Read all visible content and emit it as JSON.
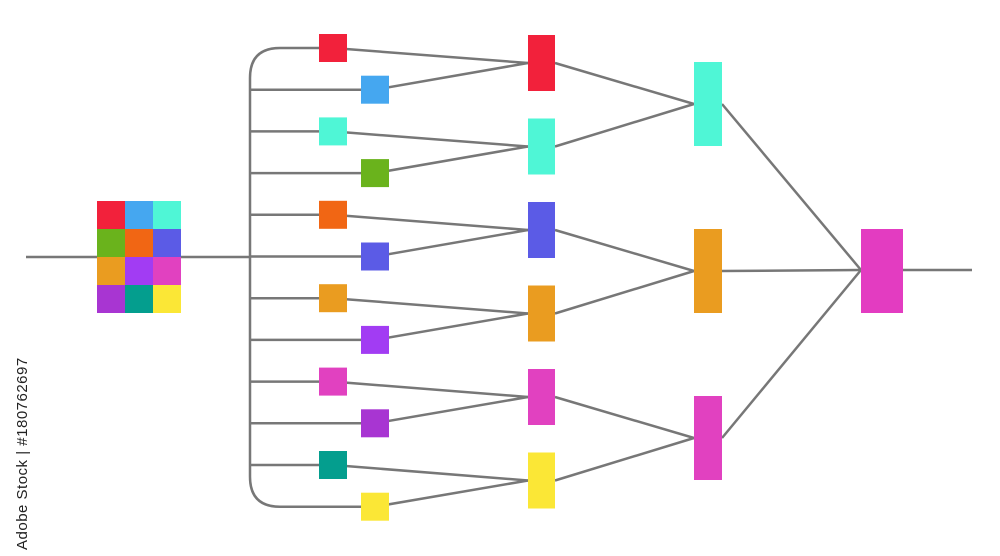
{
  "colors": {
    "line": "#777777",
    "red": "#f2213b",
    "blue": "#45a7f0",
    "cyan": "#4ff6d6",
    "green": "#6ab31c",
    "orange": "#f16614",
    "indigo": "#5b5be6",
    "amber": "#ea9c20",
    "violet": "#a23cf3",
    "pink": "#e141c0",
    "purple": "#a835d2",
    "teal": "#049e8e",
    "yellow": "#fbe736",
    "magenta": "#e33cc1"
  },
  "palette_grid": [
    [
      "red",
      "blue",
      "cyan"
    ],
    [
      "green",
      "orange",
      "indigo"
    ],
    [
      "amber",
      "violet",
      "pink"
    ],
    [
      "purple",
      "teal",
      "yellow"
    ]
  ],
  "stage1_nodes": [
    "red",
    "blue",
    "cyan",
    "green",
    "orange",
    "indigo",
    "amber",
    "violet",
    "pink",
    "purple",
    "teal",
    "yellow"
  ],
  "stage2_nodes": [
    "red",
    "cyan",
    "indigo",
    "amber",
    "pink",
    "yellow"
  ],
  "stage3_nodes": [
    "cyan",
    "amber",
    "pink"
  ],
  "final_node": "magenta",
  "watermark_id": "Adobe Stock | #180762697"
}
